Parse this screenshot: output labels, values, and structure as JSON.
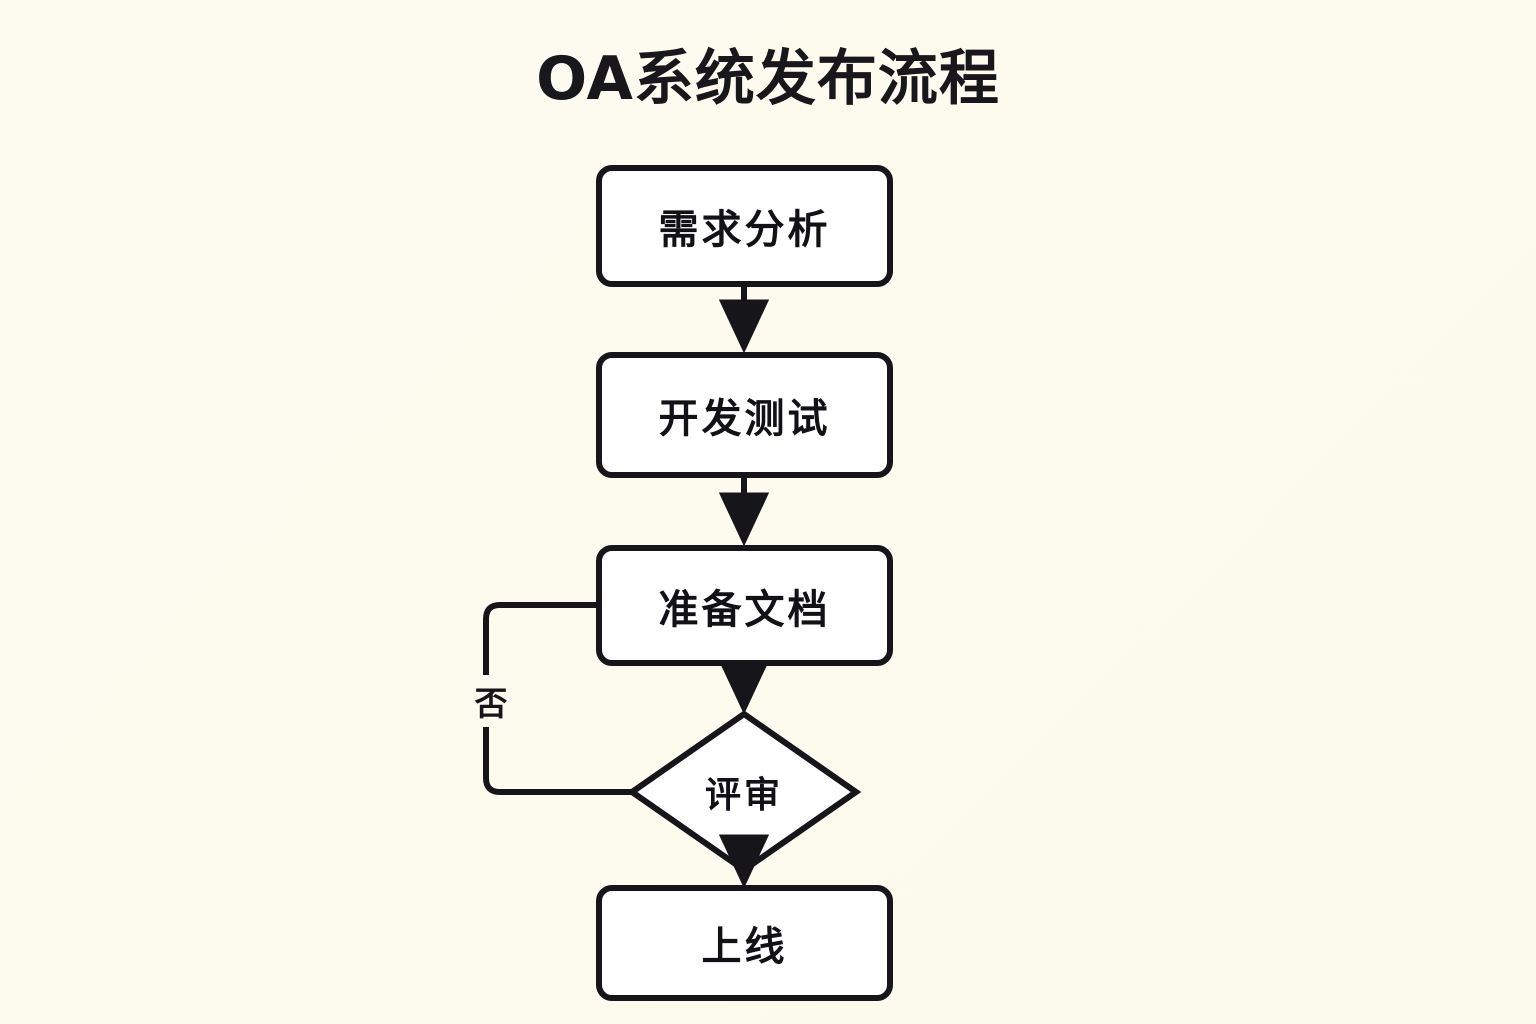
{
  "diagram": {
    "title": "OA系统发布流程",
    "type": "flowchart",
    "orientation": "top-to-bottom",
    "colors": {
      "background": "#FDFBEF",
      "node_fill": "#FFFFFF",
      "stroke": "#15151A",
      "text": "#111116"
    },
    "nodes": [
      {
        "id": "n1",
        "label": "需求分析",
        "shape": "rounded-rect"
      },
      {
        "id": "n2",
        "label": "开发测试",
        "shape": "rounded-rect"
      },
      {
        "id": "n3",
        "label": "准备文档",
        "shape": "rounded-rect"
      },
      {
        "id": "n4",
        "label": "评审",
        "shape": "diamond"
      },
      {
        "id": "n5",
        "label": "上线",
        "shape": "rounded-rect"
      }
    ],
    "edges": [
      {
        "from": "n1",
        "to": "n2",
        "label": "",
        "arrow": true
      },
      {
        "from": "n2",
        "to": "n3",
        "label": "",
        "arrow": true
      },
      {
        "from": "n3",
        "to": "n4",
        "label": "",
        "arrow": true
      },
      {
        "from": "n4",
        "to": "n5",
        "label": "",
        "arrow": true
      },
      {
        "from": "n4",
        "to": "n3",
        "label": "否",
        "arrow": false
      }
    ]
  }
}
